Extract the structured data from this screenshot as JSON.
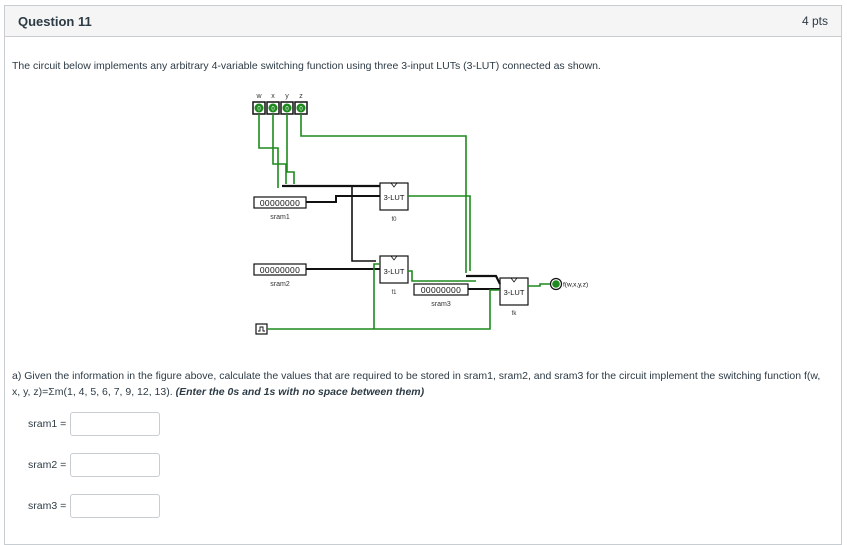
{
  "question": {
    "title": "Question 11",
    "points": "4 pts",
    "prompt": "The circuit below implements any arbitrary 4-variable switching function using three 3-input LUTs (3-LUT) connected as shown.",
    "part_a": "a) Given the information in the figure above, calculate the values that are required to be stored in sram1, sram2, and sram3 for the circuit implement the switching function f(w, x, y, z)=Σm(1, 4, 5, 6, 7, 9, 12, 13).",
    "part_a_note": "(Enter the 0s and 1s with no space between them)"
  },
  "figure": {
    "inputs": [
      "w",
      "x",
      "y",
      "z"
    ],
    "input_value": "0",
    "sram1_bits": "00000000",
    "sram2_bits": "00000000",
    "sram3_bits": "00000000",
    "sram1_label": "sram1",
    "sram2_label": "sram2",
    "sram3_label": "sram3",
    "lut_label": "3-LUT",
    "lut0_name": "f0",
    "lut1_name": "f1",
    "lutk_name": "fk",
    "output_label": "f(w,x,y,z)"
  },
  "answers": [
    {
      "label": "sram1 =",
      "value": ""
    },
    {
      "label": "sram2 =",
      "value": ""
    },
    {
      "label": "sram3 =",
      "value": ""
    }
  ]
}
